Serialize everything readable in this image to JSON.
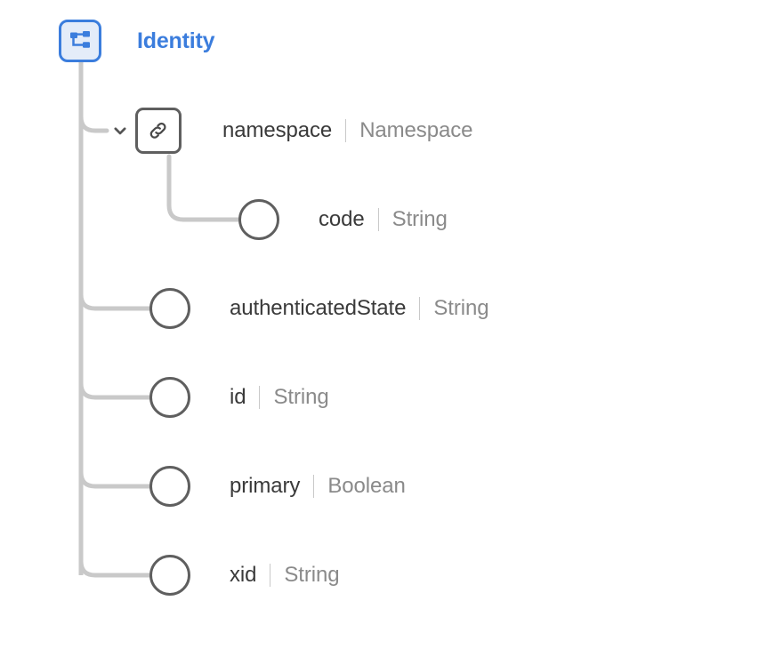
{
  "root": {
    "title": "Identity",
    "icon": "hierarchy-icon",
    "accent_color": "#3b7ddd",
    "icon_fill": "#e4ecf9",
    "expanded": true
  },
  "theme": {
    "background": "#ffffff",
    "node_stroke": "#5f5f5f",
    "connector": "#c9c9c9",
    "name_color": "#3a3a3a",
    "type_color": "#8a8a8a",
    "divider_color": "#c9c9c9"
  },
  "tree": {
    "fields": [
      {
        "name": "namespace",
        "type": "Namespace",
        "node_kind": "link-box",
        "icon": "link-icon",
        "expandable": true,
        "expanded": true,
        "chevron": "chevron-down-icon",
        "depth": 0
      },
      {
        "name": "code",
        "type": "String",
        "node_kind": "circle",
        "expandable": false,
        "depth": 1
      },
      {
        "name": "authenticatedState",
        "type": "String",
        "node_kind": "circle",
        "expandable": false,
        "depth": 0
      },
      {
        "name": "id",
        "type": "String",
        "node_kind": "circle",
        "expandable": false,
        "depth": 0
      },
      {
        "name": "primary",
        "type": "Boolean",
        "node_kind": "circle",
        "expandable": false,
        "depth": 0
      },
      {
        "name": "xid",
        "type": "String",
        "node_kind": "circle",
        "expandable": false,
        "depth": 0
      }
    ]
  }
}
